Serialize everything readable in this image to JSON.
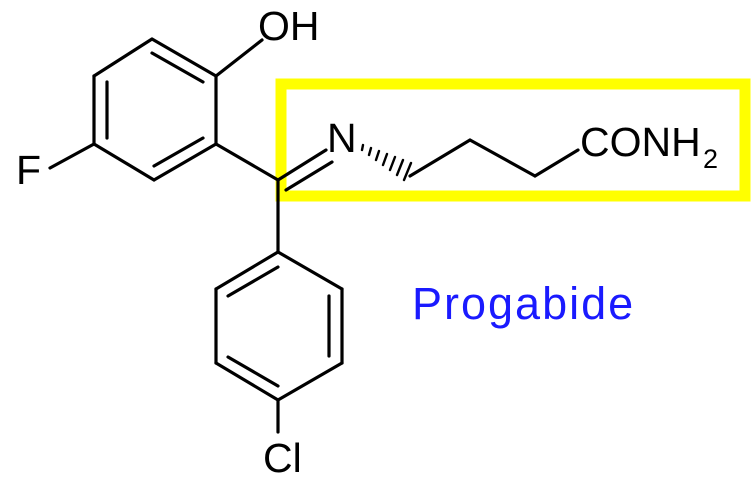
{
  "molecule": {
    "name": "Progabide",
    "name_color": "#1a1aff",
    "highlight_color": "#ffff00",
    "bond_color": "#000000",
    "atoms": {
      "hydroxyl": "OH",
      "fluorine": "F",
      "nitrogen": "N",
      "amide": "CONH",
      "amide_subscript": "2",
      "chlorine": "Cl"
    }
  }
}
